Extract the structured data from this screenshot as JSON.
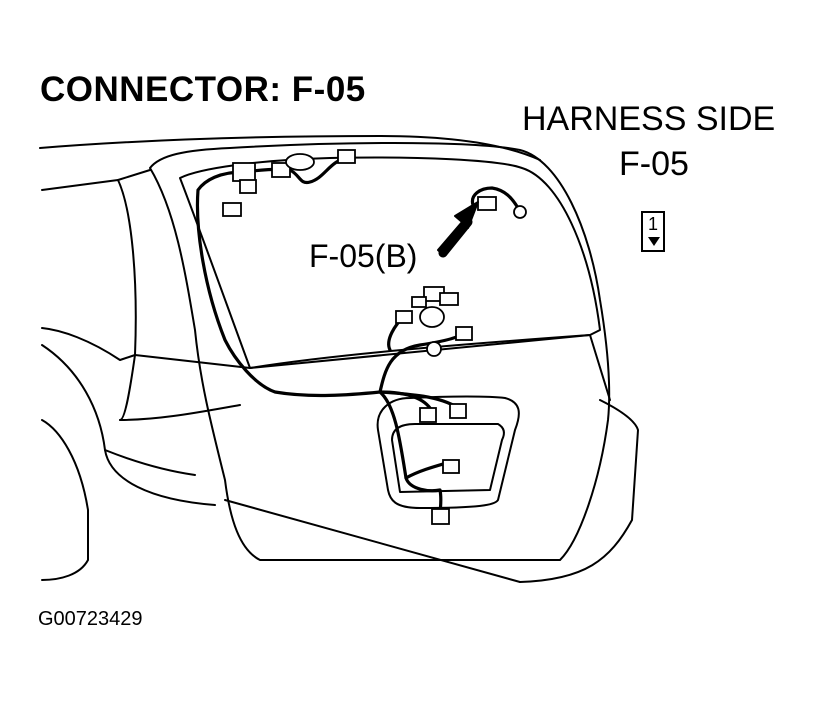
{
  "title": "CONNECTOR: F-05",
  "harness_side_label": "HARNESS SIDE",
  "harness_connector_label": "F-05",
  "callout_label": "F-05(B)",
  "pin_number": "1",
  "figure_id": "G00723429"
}
